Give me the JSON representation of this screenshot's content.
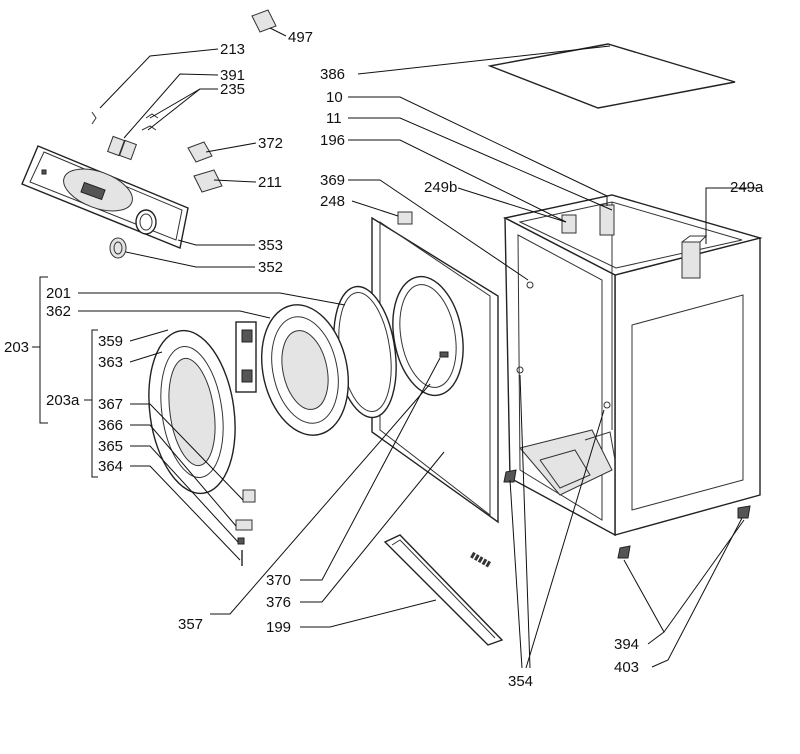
{
  "labels": {
    "p497": "497",
    "p213": "213",
    "p391": "391",
    "p235": "235",
    "p386": "386",
    "p10": "10",
    "p11": "11",
    "p196": "196",
    "p372": "372",
    "p211": "211",
    "p369": "369",
    "p249b": "249b",
    "p249a": "249a",
    "p248": "248",
    "p353": "353",
    "p352": "352",
    "p201": "201",
    "p362": "362",
    "p203": "203",
    "p359": "359",
    "p363": "363",
    "p203a": "203a",
    "p367": "367",
    "p366": "366",
    "p365": "365",
    "p364": "364",
    "p370": "370",
    "p376": "376",
    "p357": "357",
    "p199": "199",
    "p394": "394",
    "p403": "403",
    "p354": "354"
  }
}
